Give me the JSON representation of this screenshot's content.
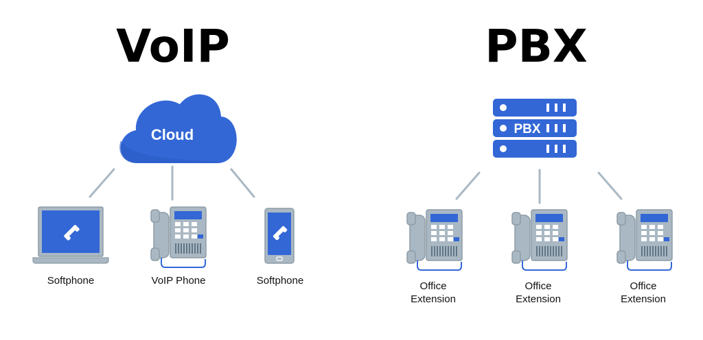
{
  "voip": {
    "title": "VoIP",
    "cloud_label": "Cloud",
    "devices": [
      {
        "icon": "laptop-softphone-icon",
        "label": "Softphone"
      },
      {
        "icon": "desk-phone-icon",
        "label": "VoIP Phone"
      },
      {
        "icon": "smartphone-softphone-icon",
        "label": "Softphone"
      }
    ]
  },
  "pbx": {
    "title": "PBX",
    "server_label": "PBX",
    "extensions": [
      {
        "icon": "desk-phone-icon",
        "line1": "Office",
        "line2": "Extension"
      },
      {
        "icon": "desk-phone-icon",
        "line1": "Office",
        "line2": "Extension"
      },
      {
        "icon": "desk-phone-icon",
        "line1": "Office",
        "line2": "Extension"
      }
    ]
  },
  "colors": {
    "brand_blue": "#3367d6",
    "device_gray": "#a9b8c3",
    "line_gray": "#a9b8c3"
  }
}
